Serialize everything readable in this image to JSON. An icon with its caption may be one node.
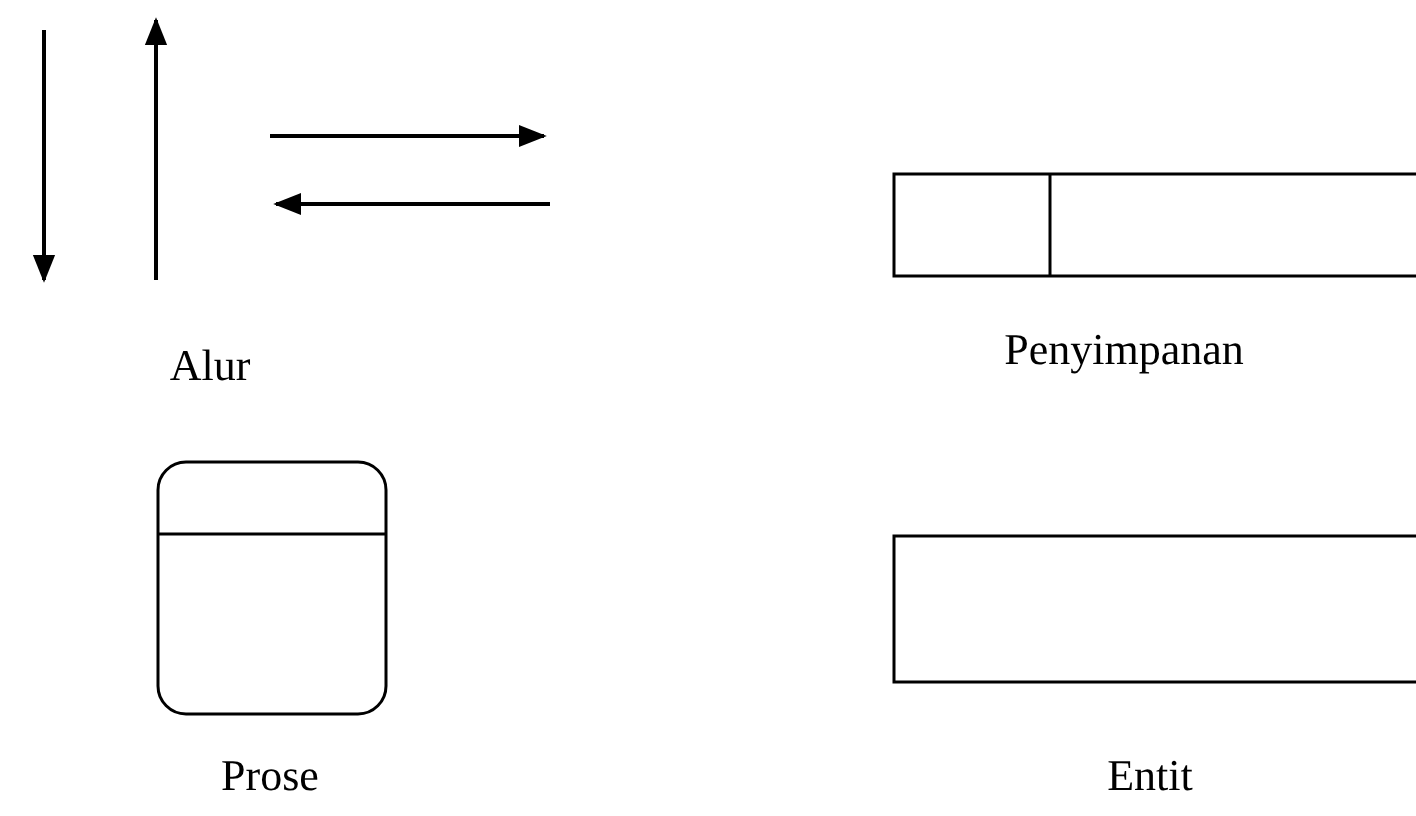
{
  "diagram": {
    "labels": [
      "Alur",
      "Penyimpanan",
      "Prose",
      "Entit"
    ]
  }
}
